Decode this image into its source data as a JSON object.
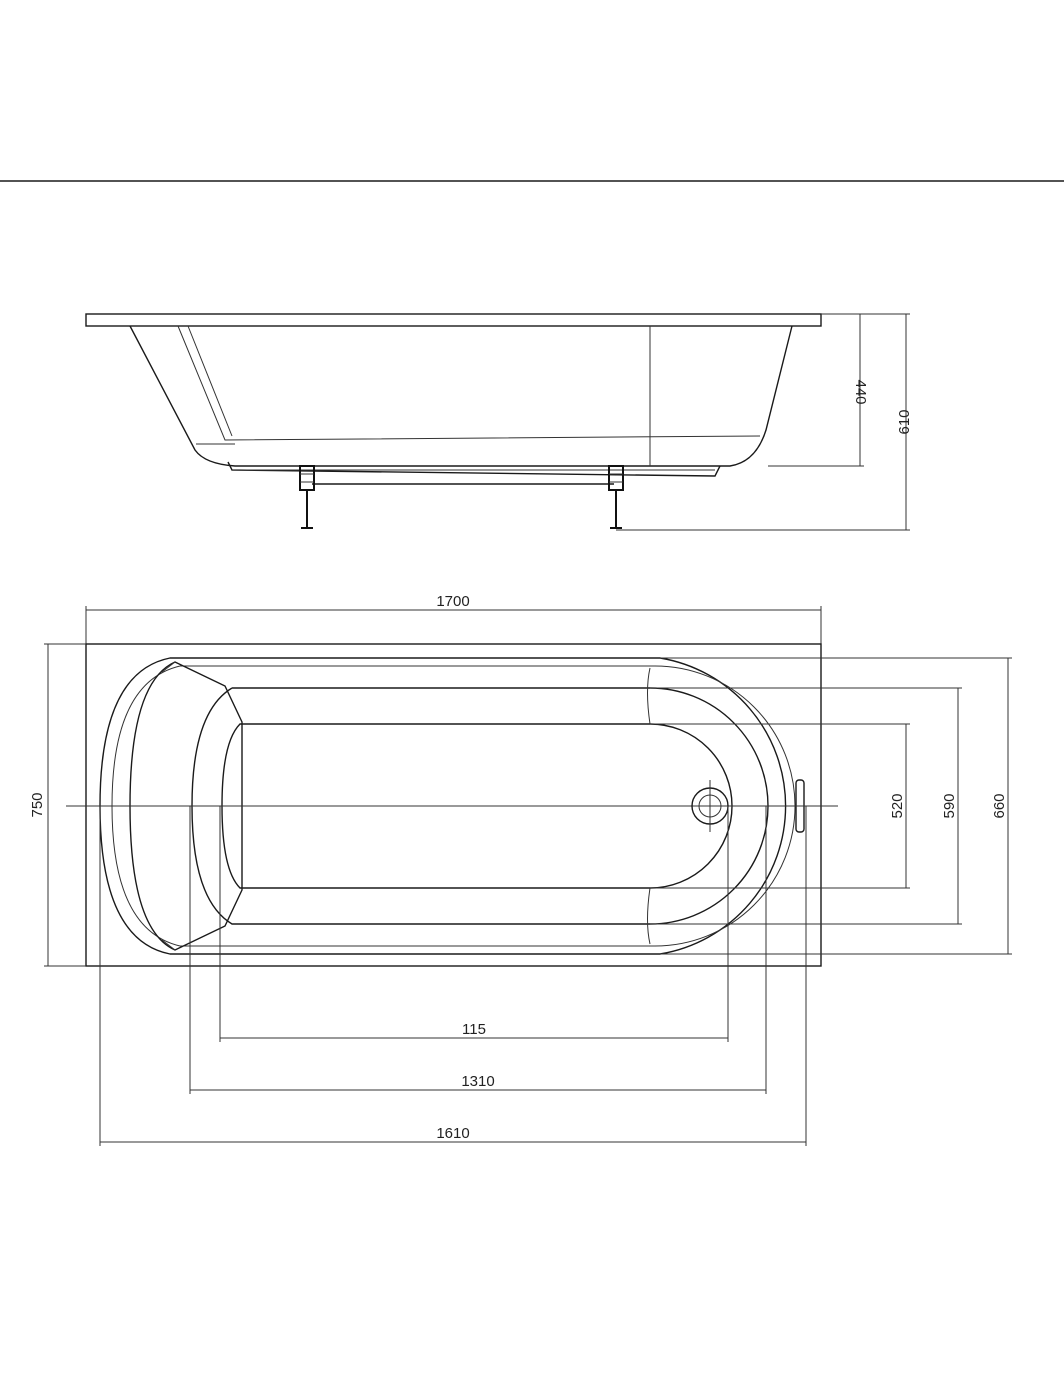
{
  "dimensions": {
    "depth_inner": "440",
    "height_total": "610",
    "length_overall": "1700",
    "width_overall": "750",
    "width_basin_520": "520",
    "width_basin_590": "590",
    "width_basin_660": "660",
    "drain_offset": "115",
    "basin_length_1310": "1310",
    "basin_length_1610": "1610"
  }
}
